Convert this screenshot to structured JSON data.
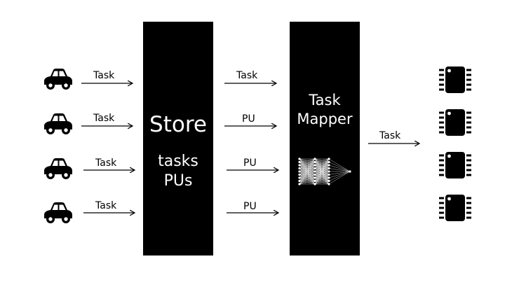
{
  "cars": [
    {
      "icon": "car-icon",
      "label": "Task"
    },
    {
      "icon": "car-icon",
      "label": "Task"
    },
    {
      "icon": "car-icon",
      "label": "Task"
    },
    {
      "icon": "car-icon",
      "label": "Task"
    }
  ],
  "store": {
    "title": "Store",
    "line1": "tasks",
    "line2": "PUs"
  },
  "store_outputs": [
    "Task",
    "PU",
    "PU",
    "PU"
  ],
  "mapper": {
    "line1": "Task",
    "line2": "Mapper",
    "icon": "neural-network-icon"
  },
  "mapper_output": "Task",
  "processors": [
    {
      "icon": "chip-icon"
    },
    {
      "icon": "chip-icon"
    },
    {
      "icon": "chip-icon"
    },
    {
      "icon": "chip-icon"
    }
  ],
  "colors": {
    "block": "#000000",
    "background": "#ffffff",
    "text_on_block": "#ffffff"
  }
}
